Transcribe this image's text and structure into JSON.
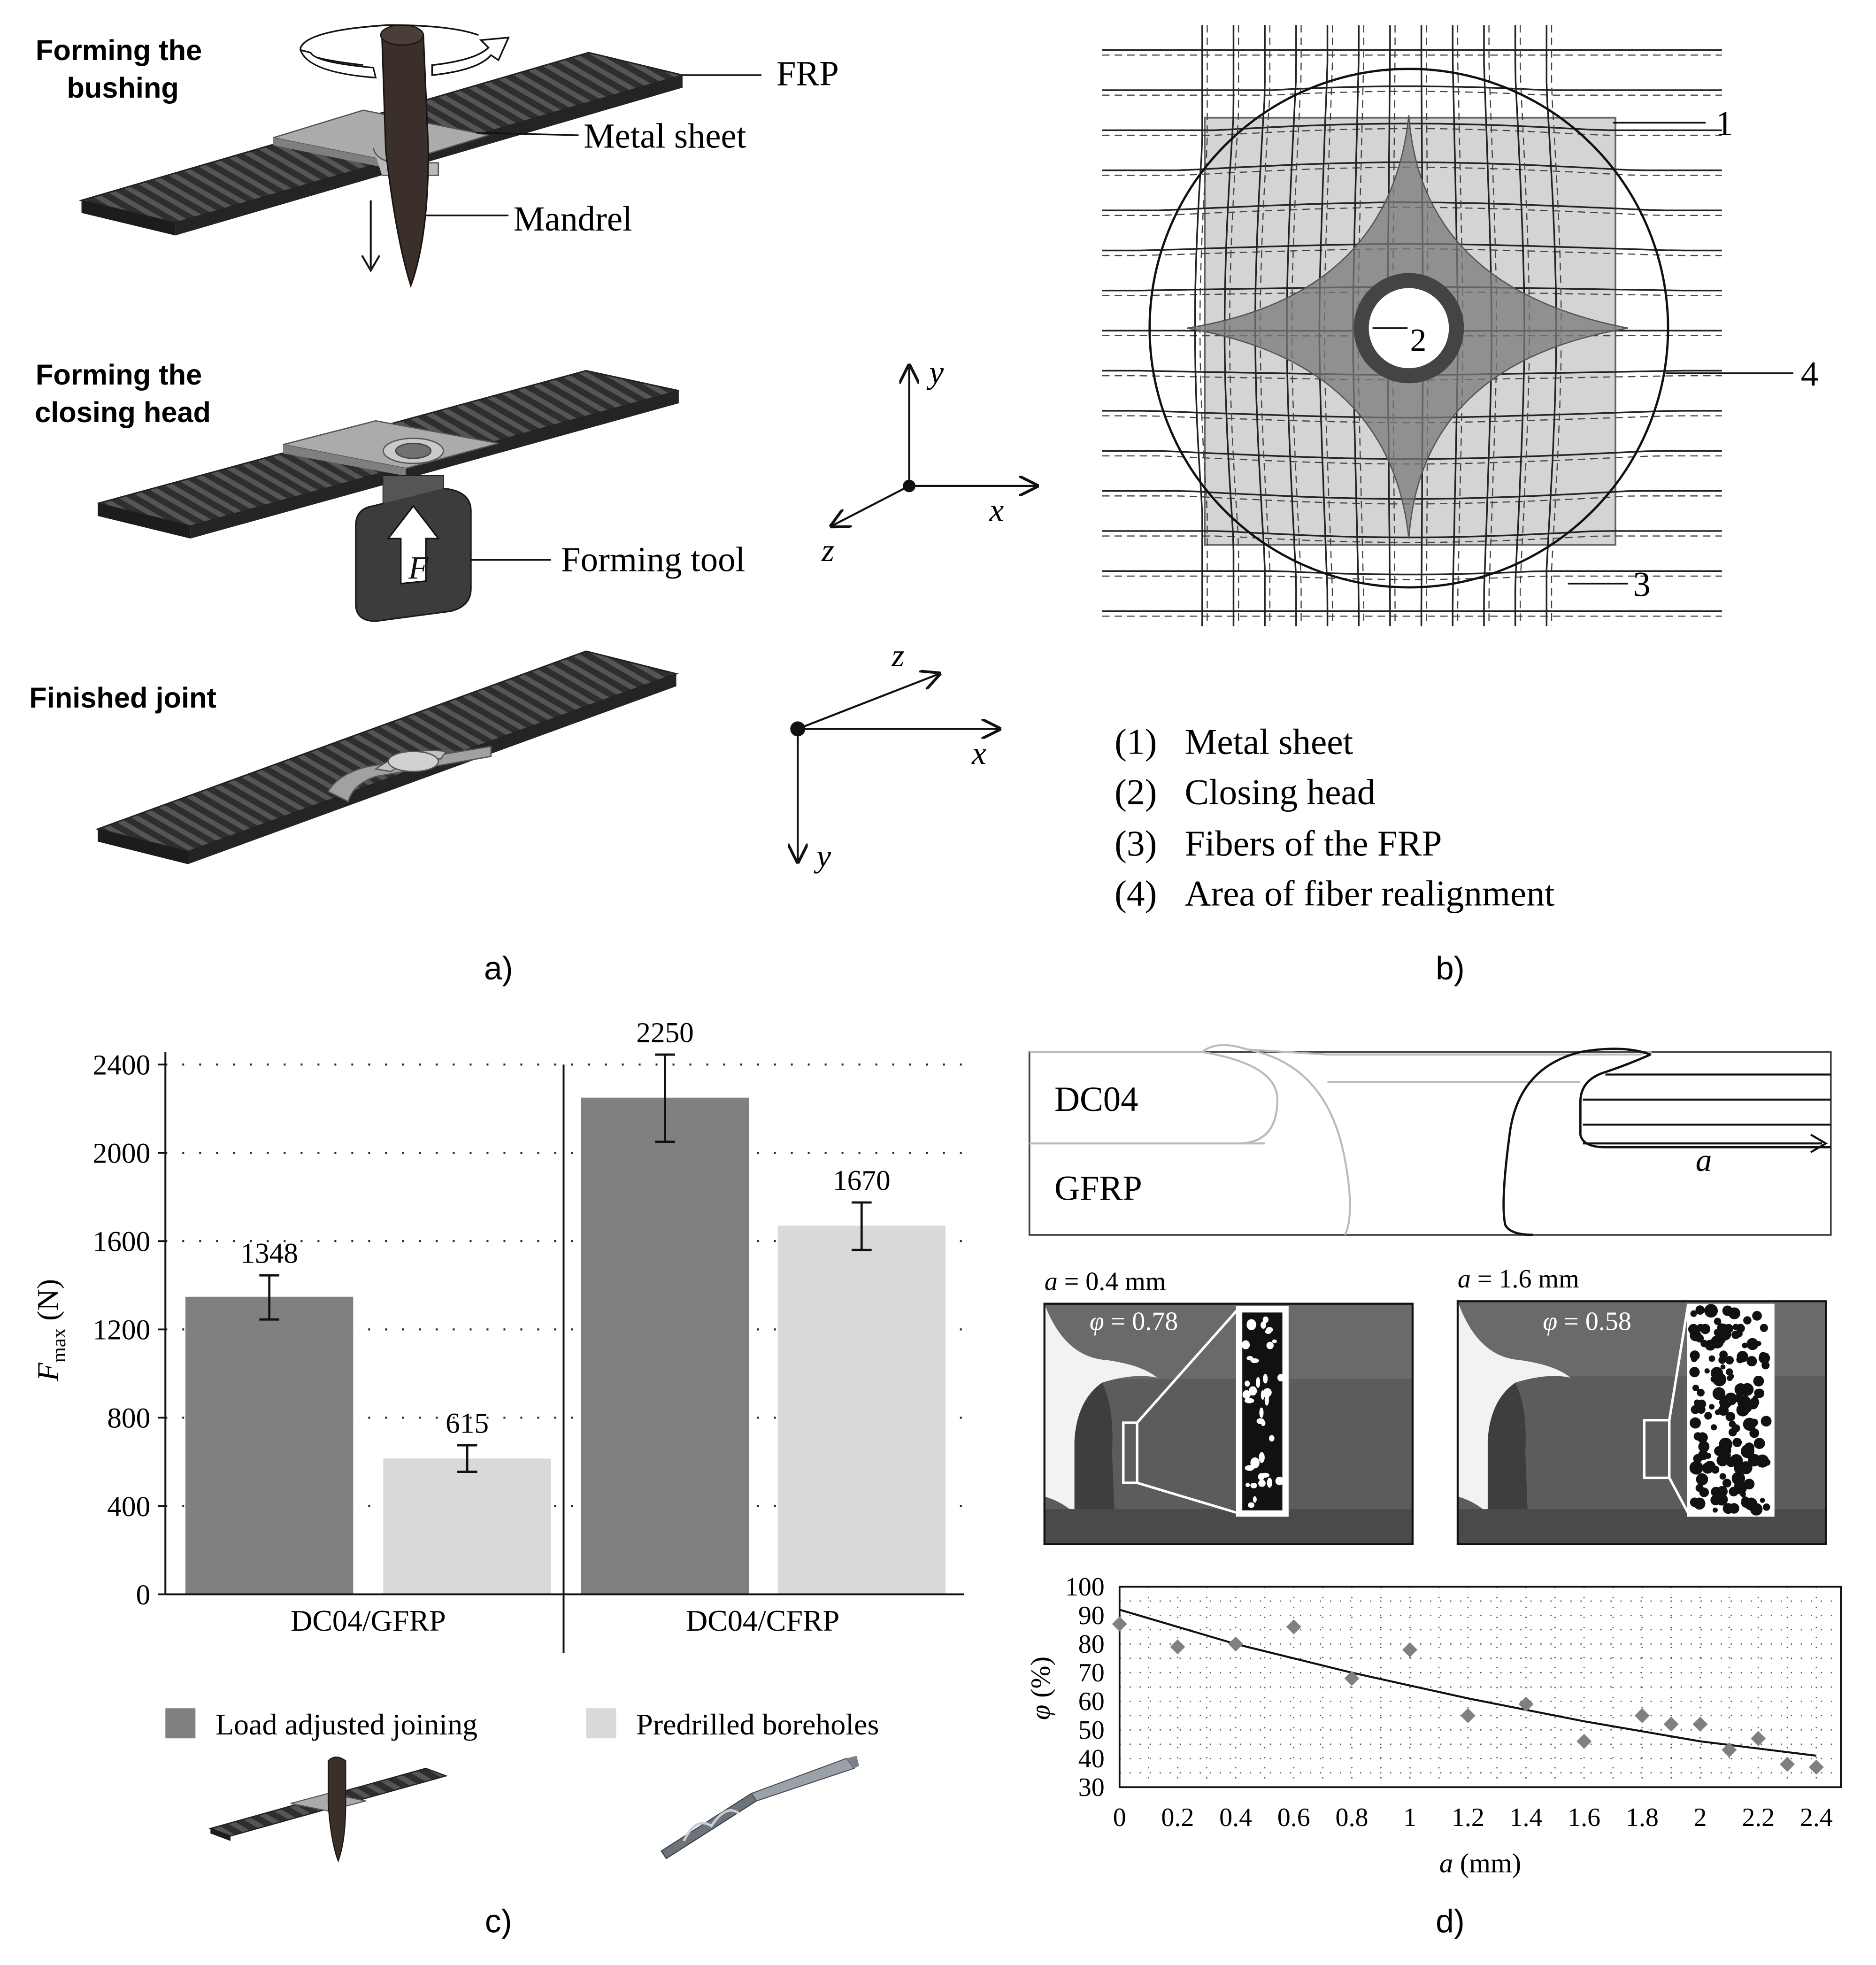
{
  "panel_a": {
    "step1_title": [
      "Forming the",
      "bushing"
    ],
    "step2_title": [
      "Forming the",
      "closing head"
    ],
    "step3_title": "Finished joint",
    "label_frp": "FRP",
    "label_metal_sheet": "Metal sheet",
    "label_mandrel": "Mandrel",
    "label_forming_tool": "Forming tool",
    "force_symbol": "F",
    "axes1": {
      "y": "y",
      "x": "x",
      "z": "z"
    },
    "axes2": {
      "z": "z",
      "x": "x",
      "y": "y"
    },
    "caption": "a)"
  },
  "panel_b": {
    "callout_1": "1",
    "callout_2": "2",
    "callout_3": "3",
    "callout_4": "4",
    "legend": [
      {
        "num": "(1)",
        "text": "Metal sheet"
      },
      {
        "num": "(2)",
        "text": "Closing head"
      },
      {
        "num": "(3)",
        "text": "Fibers of the FRP"
      },
      {
        "num": "(4)",
        "text": "Area of fiber realignment"
      }
    ],
    "caption": "b)"
  },
  "panel_c": {
    "caption": "c)",
    "legend": [
      {
        "label": "Load adjusted joining",
        "color": "#7e817f"
      },
      {
        "label": "Predrilled boreholes",
        "color": "#d9d9d9"
      }
    ],
    "chart_data": {
      "type": "bar",
      "categories": [
        "DC04/GFRP",
        "DC04/CFRP"
      ],
      "series": [
        {
          "name": "Load adjusted joining",
          "values": [
            1348,
            2250
          ],
          "err_low": [
            1245,
            2050
          ],
          "err_high": [
            1445,
            2445
          ]
        },
        {
          "name": "Predrilled boreholes",
          "values": [
            615,
            1670
          ],
          "err_low": [
            555,
            1560
          ],
          "err_high": [
            675,
            1775
          ]
        }
      ],
      "value_labels": [
        "1348",
        "615",
        "2250",
        "1670"
      ],
      "ylim": [
        0,
        2400
      ],
      "yticks": [
        0,
        400,
        800,
        1200,
        1600,
        2000,
        2400
      ],
      "ytick_labels": [
        "0",
        "400",
        "800",
        "1200",
        "1600",
        "2000",
        "2400"
      ],
      "ylabel_main": "F",
      "ylabel_sub": "max",
      "ylabel_unit": " (N)",
      "xlabel": "",
      "grid": true
    }
  },
  "panel_d": {
    "caption": "d)",
    "label_dc04": "DC04",
    "label_gfrp": "GFRP",
    "label_a": "a",
    "micro1": {
      "title_var": "a",
      "title_val": " = 0.4 mm",
      "phi_var": "φ",
      "phi_val": " = 0.78"
    },
    "micro2": {
      "title_var": "a",
      "title_val": " = 1.6 mm",
      "phi_var": "φ",
      "phi_val": " = 0.58"
    },
    "chart_data": {
      "type": "scatter",
      "points": [
        {
          "x": 0.0,
          "y": 87
        },
        {
          "x": 0.2,
          "y": 79
        },
        {
          "x": 0.4,
          "y": 80
        },
        {
          "x": 0.6,
          "y": 86
        },
        {
          "x": 0.8,
          "y": 68
        },
        {
          "x": 1.0,
          "y": 78
        },
        {
          "x": 1.2,
          "y": 55
        },
        {
          "x": 1.4,
          "y": 59
        },
        {
          "x": 1.6,
          "y": 46
        },
        {
          "x": 1.8,
          "y": 55
        },
        {
          "x": 1.9,
          "y": 52
        },
        {
          "x": 2.0,
          "y": 52
        },
        {
          "x": 2.1,
          "y": 43
        },
        {
          "x": 2.2,
          "y": 47
        },
        {
          "x": 2.3,
          "y": 38
        },
        {
          "x": 2.4,
          "y": 37
        }
      ],
      "trend": {
        "x": [
          0,
          0.4,
          0.8,
          1.2,
          1.6,
          2.0,
          2.4
        ],
        "y": [
          92,
          80,
          70,
          61,
          53,
          46,
          41
        ]
      },
      "xlim": [
        0,
        2.4
      ],
      "ylim": [
        30,
        100
      ],
      "xticks": [
        0,
        0.2,
        0.4,
        0.6,
        0.8,
        1.0,
        1.2,
        1.4,
        1.6,
        1.8,
        2.0,
        2.2,
        2.4
      ],
      "xtick_labels": [
        "0",
        "0.2",
        "0.4",
        "0.6",
        "0.8",
        "1",
        "1.2",
        "1.4",
        "1.6",
        "1.8",
        "2",
        "2.2",
        "2.4"
      ],
      "yticks": [
        30,
        40,
        50,
        60,
        70,
        80,
        90,
        100
      ],
      "ytick_labels": [
        "30",
        "40",
        "50",
        "60",
        "70",
        "80",
        "90",
        "100"
      ],
      "xlabel_var": "a",
      "xlabel_unit": " (mm)",
      "ylabel_var": "φ",
      "ylabel_unit": " (%)",
      "grid": true
    }
  }
}
